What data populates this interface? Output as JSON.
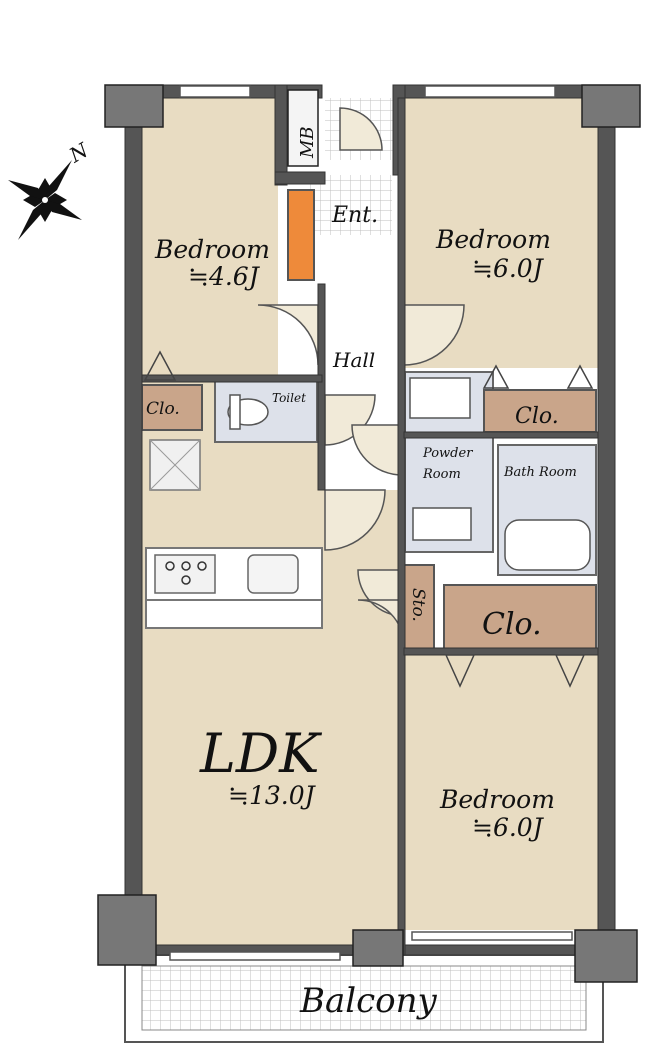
{
  "compass": {
    "north_label": "N"
  },
  "rooms": {
    "bedroom_nw": {
      "name": "Bedroom",
      "size": "≒4.6J"
    },
    "bedroom_ne": {
      "name": "Bedroom",
      "size": "≒6.0J"
    },
    "bedroom_se": {
      "name": "Bedroom",
      "size": "≒6.0J"
    },
    "ldk": {
      "name": "LDK",
      "size": "≒13.0J"
    },
    "entrance": {
      "name": "Ent."
    },
    "hall": {
      "name": "Hall"
    },
    "meter_box": {
      "name": "MB"
    },
    "toilet": {
      "name": "Toilet"
    },
    "powder_room": {
      "line1": "Powder",
      "line2": "Room"
    },
    "bath_room": {
      "name": "Bath Room"
    },
    "storage": {
      "name": "Sto."
    },
    "closet_w": {
      "name": "Clo."
    },
    "closet_ne": {
      "name": "Clo."
    },
    "closet_se": {
      "name": "Clo."
    },
    "balcony": {
      "name": "Balcony"
    }
  },
  "colors": {
    "floor": "#e8dcc2",
    "wall": "#555555",
    "closet": "#c9a58a",
    "wet_area": "#dde1ea",
    "shoe_cabinet": "#ee8a3a",
    "grid": "#c8c8c8"
  }
}
